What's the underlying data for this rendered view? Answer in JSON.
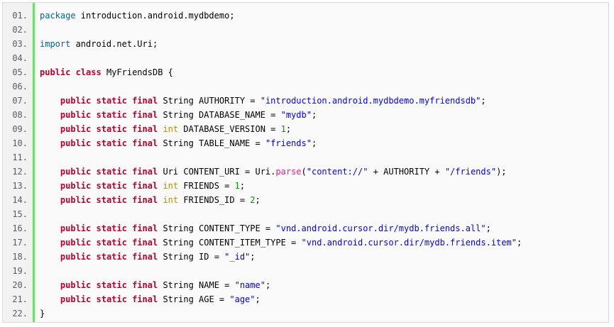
{
  "code": {
    "lines": [
      {
        "num": "01.",
        "indent": "",
        "tokens": [
          {
            "t": "package",
            "c": "kw"
          },
          {
            "t": " introduction.android.mydbdemo;",
            "c": "plain"
          }
        ]
      },
      {
        "num": "02.",
        "indent": "",
        "tokens": []
      },
      {
        "num": "03.",
        "indent": "",
        "tokens": [
          {
            "t": "import",
            "c": "kw"
          },
          {
            "t": " android.net.Uri;",
            "c": "plain"
          }
        ]
      },
      {
        "num": "04.",
        "indent": "",
        "tokens": []
      },
      {
        "num": "05.",
        "indent": "",
        "tokens": [
          {
            "t": "public",
            "c": "kw-bold"
          },
          {
            "t": " ",
            "c": "plain"
          },
          {
            "t": "class",
            "c": "kw-bold"
          },
          {
            "t": " MyFriendsDB {",
            "c": "plain"
          }
        ]
      },
      {
        "num": "06.",
        "indent": "",
        "tokens": []
      },
      {
        "num": "07.",
        "indent": "    ",
        "tokens": [
          {
            "t": "public",
            "c": "kw-bold"
          },
          {
            "t": " ",
            "c": "plain"
          },
          {
            "t": "static",
            "c": "kw-bold"
          },
          {
            "t": " ",
            "c": "plain"
          },
          {
            "t": "final",
            "c": "kw-bold"
          },
          {
            "t": " String AUTHORITY = ",
            "c": "plain"
          },
          {
            "t": "\"introduction.android.mydbdemo.myfriendsdb\"",
            "c": "str"
          },
          {
            "t": ";",
            "c": "plain"
          }
        ]
      },
      {
        "num": "08.",
        "indent": "    ",
        "tokens": [
          {
            "t": "public",
            "c": "kw-bold"
          },
          {
            "t": " ",
            "c": "plain"
          },
          {
            "t": "static",
            "c": "kw-bold"
          },
          {
            "t": " ",
            "c": "plain"
          },
          {
            "t": "final",
            "c": "kw-bold"
          },
          {
            "t": " String DATABASE_NAME = ",
            "c": "plain"
          },
          {
            "t": "\"mydb\"",
            "c": "str"
          },
          {
            "t": ";",
            "c": "plain"
          }
        ]
      },
      {
        "num": "09.",
        "indent": "    ",
        "tokens": [
          {
            "t": "public",
            "c": "kw-bold"
          },
          {
            "t": " ",
            "c": "plain"
          },
          {
            "t": "static",
            "c": "kw-bold"
          },
          {
            "t": " ",
            "c": "plain"
          },
          {
            "t": "final",
            "c": "kw-bold"
          },
          {
            "t": " ",
            "c": "plain"
          },
          {
            "t": "int",
            "c": "type"
          },
          {
            "t": " DATABASE_VERSION = ",
            "c": "plain"
          },
          {
            "t": "1",
            "c": "num"
          },
          {
            "t": ";",
            "c": "plain"
          }
        ]
      },
      {
        "num": "10.",
        "indent": "    ",
        "tokens": [
          {
            "t": "public",
            "c": "kw-bold"
          },
          {
            "t": " ",
            "c": "plain"
          },
          {
            "t": "static",
            "c": "kw-bold"
          },
          {
            "t": " ",
            "c": "plain"
          },
          {
            "t": "final",
            "c": "kw-bold"
          },
          {
            "t": " String TABLE_NAME = ",
            "c": "plain"
          },
          {
            "t": "\"friends\"",
            "c": "str"
          },
          {
            "t": ";",
            "c": "plain"
          }
        ]
      },
      {
        "num": "11.",
        "indent": "",
        "tokens": []
      },
      {
        "num": "12.",
        "indent": "    ",
        "tokens": [
          {
            "t": "public",
            "c": "kw-bold"
          },
          {
            "t": " ",
            "c": "plain"
          },
          {
            "t": "static",
            "c": "kw-bold"
          },
          {
            "t": " ",
            "c": "plain"
          },
          {
            "t": "final",
            "c": "kw-bold"
          },
          {
            "t": " Uri CONTENT_URI = Uri.",
            "c": "plain"
          },
          {
            "t": "parse",
            "c": "method"
          },
          {
            "t": "(",
            "c": "plain"
          },
          {
            "t": "\"content://\"",
            "c": "str"
          },
          {
            "t": " + AUTHORITY + ",
            "c": "plain"
          },
          {
            "t": "\"/friends\"",
            "c": "str"
          },
          {
            "t": ");",
            "c": "plain"
          }
        ]
      },
      {
        "num": "13.",
        "indent": "    ",
        "tokens": [
          {
            "t": "public",
            "c": "kw-bold"
          },
          {
            "t": " ",
            "c": "plain"
          },
          {
            "t": "static",
            "c": "kw-bold"
          },
          {
            "t": " ",
            "c": "plain"
          },
          {
            "t": "final",
            "c": "kw-bold"
          },
          {
            "t": " ",
            "c": "plain"
          },
          {
            "t": "int",
            "c": "type"
          },
          {
            "t": " FRIENDS = ",
            "c": "plain"
          },
          {
            "t": "1",
            "c": "num"
          },
          {
            "t": ";",
            "c": "plain"
          }
        ]
      },
      {
        "num": "14.",
        "indent": "    ",
        "tokens": [
          {
            "t": "public",
            "c": "kw-bold"
          },
          {
            "t": " ",
            "c": "plain"
          },
          {
            "t": "static",
            "c": "kw-bold"
          },
          {
            "t": " ",
            "c": "plain"
          },
          {
            "t": "final",
            "c": "kw-bold"
          },
          {
            "t": " ",
            "c": "plain"
          },
          {
            "t": "int",
            "c": "type"
          },
          {
            "t": " FRIENDS_ID = ",
            "c": "plain"
          },
          {
            "t": "2",
            "c": "num"
          },
          {
            "t": ";",
            "c": "plain"
          }
        ]
      },
      {
        "num": "15.",
        "indent": "",
        "tokens": []
      },
      {
        "num": "16.",
        "indent": "    ",
        "tokens": [
          {
            "t": "public",
            "c": "kw-bold"
          },
          {
            "t": " ",
            "c": "plain"
          },
          {
            "t": "static",
            "c": "kw-bold"
          },
          {
            "t": " ",
            "c": "plain"
          },
          {
            "t": "final",
            "c": "kw-bold"
          },
          {
            "t": " String CONTENT_TYPE = ",
            "c": "plain"
          },
          {
            "t": "\"vnd.android.cursor.dir/mydb.friends.all\"",
            "c": "str"
          },
          {
            "t": ";",
            "c": "plain"
          }
        ]
      },
      {
        "num": "17.",
        "indent": "    ",
        "tokens": [
          {
            "t": "public",
            "c": "kw-bold"
          },
          {
            "t": " ",
            "c": "plain"
          },
          {
            "t": "static",
            "c": "kw-bold"
          },
          {
            "t": " ",
            "c": "plain"
          },
          {
            "t": "final",
            "c": "kw-bold"
          },
          {
            "t": " String CONTENT_ITEM_TYPE = ",
            "c": "plain"
          },
          {
            "t": "\"vnd.android.cursor.dir/mydb.friends.item\"",
            "c": "str"
          },
          {
            "t": ";",
            "c": "plain"
          }
        ]
      },
      {
        "num": "18.",
        "indent": "    ",
        "tokens": [
          {
            "t": "public",
            "c": "kw-bold"
          },
          {
            "t": " ",
            "c": "plain"
          },
          {
            "t": "static",
            "c": "kw-bold"
          },
          {
            "t": " ",
            "c": "plain"
          },
          {
            "t": "final",
            "c": "kw-bold"
          },
          {
            "t": " String ID = ",
            "c": "plain"
          },
          {
            "t": "\"_id\"",
            "c": "str"
          },
          {
            "t": ";",
            "c": "plain"
          }
        ]
      },
      {
        "num": "19.",
        "indent": "",
        "tokens": []
      },
      {
        "num": "20.",
        "indent": "    ",
        "tokens": [
          {
            "t": "public",
            "c": "kw-bold"
          },
          {
            "t": " ",
            "c": "plain"
          },
          {
            "t": "static",
            "c": "kw-bold"
          },
          {
            "t": " ",
            "c": "plain"
          },
          {
            "t": "final",
            "c": "kw-bold"
          },
          {
            "t": " String NAME = ",
            "c": "plain"
          },
          {
            "t": "\"name\"",
            "c": "str"
          },
          {
            "t": ";",
            "c": "plain"
          }
        ]
      },
      {
        "num": "21.",
        "indent": "    ",
        "tokens": [
          {
            "t": "public",
            "c": "kw-bold"
          },
          {
            "t": " ",
            "c": "plain"
          },
          {
            "t": "static",
            "c": "kw-bold"
          },
          {
            "t": " ",
            "c": "plain"
          },
          {
            "t": "final",
            "c": "kw-bold"
          },
          {
            "t": " String AGE = ",
            "c": "plain"
          },
          {
            "t": "\"age\"",
            "c": "str"
          },
          {
            "t": ";",
            "c": "plain"
          }
        ]
      },
      {
        "num": "22.",
        "indent": "",
        "tokens": [
          {
            "t": "}",
            "c": "plain"
          }
        ]
      }
    ]
  },
  "colors": {
    "gutter_border": "#6ce26c",
    "keyword": "#006699",
    "keyword_bold": "#c0002a",
    "type": "#c18b00",
    "string": "#0000ff",
    "method": "#ff1493",
    "number": "#009900"
  }
}
